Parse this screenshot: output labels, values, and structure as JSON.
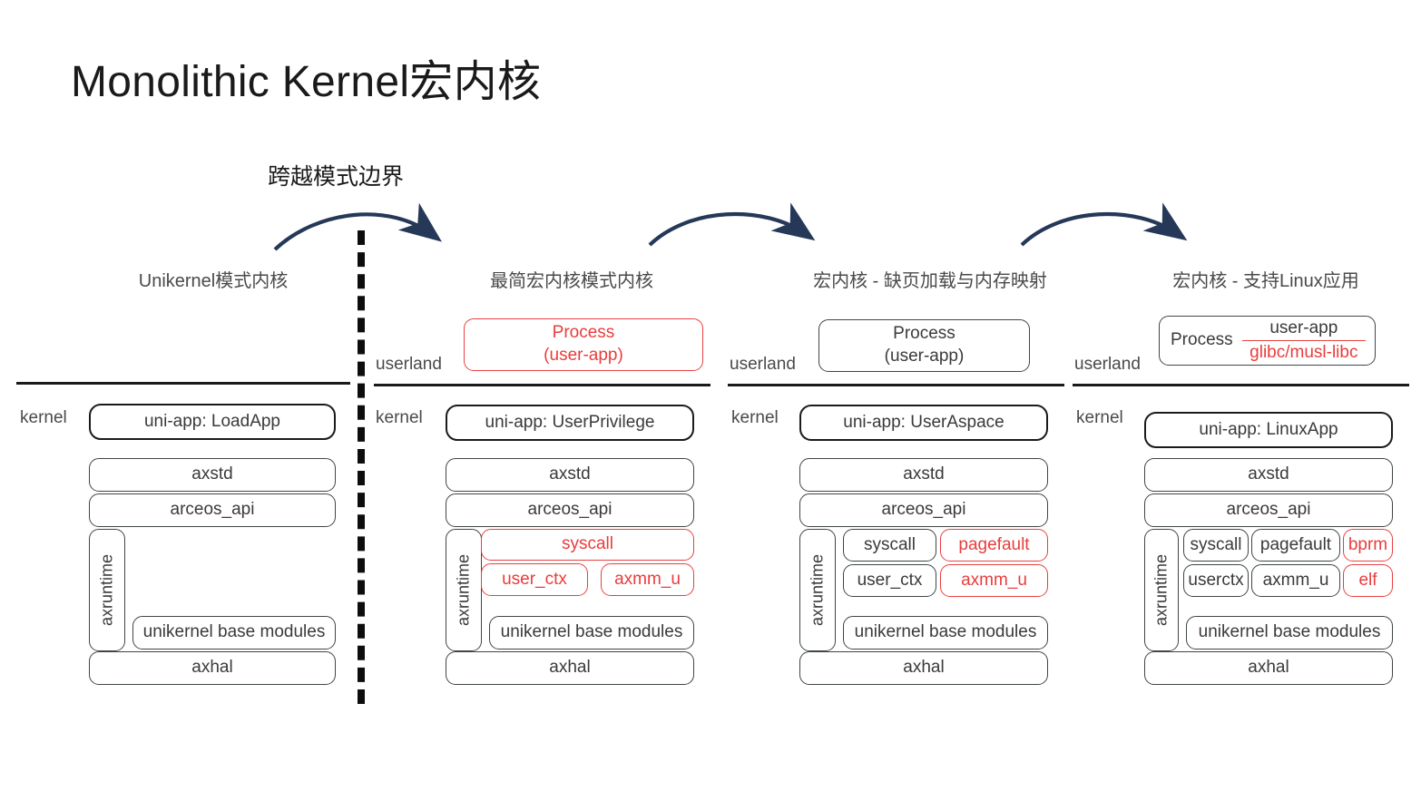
{
  "title": "Monolithic Kernel宏内核",
  "annotation": {
    "crossing_label": "跨越模式边界"
  },
  "zone_labels": {
    "userland": "userland",
    "kernel": "kernel"
  },
  "colors": {
    "accent_red": "#ea3c3c",
    "arrow_navy": "#253858",
    "box_border": "#3f4548",
    "divider": "#0d0d0d"
  },
  "columns": [
    {
      "header": "Unikernel模式内核",
      "kernel_label": "kernel",
      "userland_label": "",
      "process": null,
      "uni_app": "uni-app: LoadApp",
      "axstd": "axstd",
      "arceos_api": "arceos_api",
      "axruntime": "axruntime",
      "middle_boxes": [],
      "base_modules": "unikernel base modules",
      "axhal": "axhal"
    },
    {
      "header": "最简宏内核模式内核",
      "kernel_label": "kernel",
      "userland_label": "userland",
      "process": {
        "line1": "Process",
        "line2": "(user-app)",
        "red": true
      },
      "uni_app": "uni-app: UserPrivilege",
      "axstd": "axstd",
      "arceos_api": "arceos_api",
      "axruntime": "axruntime",
      "middle_boxes": [
        {
          "label": "syscall",
          "red": true
        },
        {
          "label": "user_ctx",
          "red": true
        },
        {
          "label": "axmm_u",
          "red": true
        }
      ],
      "base_modules": "unikernel base modules",
      "axhal": "axhal"
    },
    {
      "header": "宏内核 - 缺页加载与内存映射",
      "kernel_label": "kernel",
      "userland_label": "userland",
      "process": {
        "line1": "Process",
        "line2": "(user-app)",
        "red": false
      },
      "uni_app": "uni-app: UserAspace",
      "axstd": "axstd",
      "arceos_api": "arceos_api",
      "axruntime": "axruntime",
      "middle_boxes": [
        {
          "label": "syscall",
          "red": false
        },
        {
          "label": "pagefault",
          "red": true
        },
        {
          "label": "user_ctx",
          "red": false
        },
        {
          "label": "axmm_u",
          "red": true
        }
      ],
      "base_modules": "unikernel base modules",
      "axhal": "axhal"
    },
    {
      "header": "宏内核 - 支持Linux应用",
      "kernel_label": "kernel",
      "userland_label": "userland",
      "process": {
        "name": "Process",
        "top": "user-app",
        "bottom": "glibc/musl-libc",
        "split": true
      },
      "uni_app": "uni-app: LinuxApp",
      "axstd": "axstd",
      "arceos_api": "arceos_api",
      "axruntime": "axruntime",
      "middle_boxes": [
        {
          "label": "syscall",
          "red": false
        },
        {
          "label": "pagefault",
          "red": false
        },
        {
          "label": "bprm",
          "red": true
        },
        {
          "label": "userctx",
          "red": false
        },
        {
          "label": "axmm_u",
          "red": false
        },
        {
          "label": "elf",
          "red": true
        }
      ],
      "base_modules": "unikernel base modules",
      "axhal": "axhal"
    }
  ]
}
